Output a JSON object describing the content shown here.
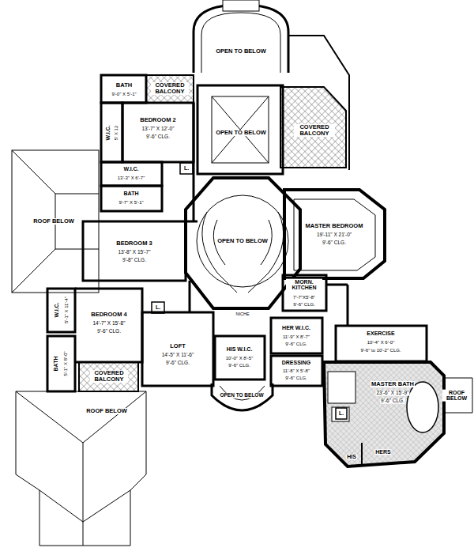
{
  "diagram": {
    "labels": [
      "OPEN TO BELOW",
      "COVERED BALCONY",
      "BATH",
      "9'-0\" X 5'-1\"",
      "BEDROOM 2",
      "13'-7\" X 12'-0\"",
      "9'-6\" CLG.",
      "W.I.C.",
      "5' X 12",
      "OPEN TO BELOW",
      "COVERED BALCONY",
      "L.",
      "W.I.C.",
      "13'-3\" X 6'-7\"",
      "BATH",
      "9'-7\" X 5'-1\"",
      "ROOF BELOW",
      "OPEN TO BELOW",
      "MASTER BEDROOM",
      "19'-11\" X 21'-0\"",
      "9'-6\" CLG.",
      "BEDROOM 3",
      "13'-8\" X 15'-7\"",
      "9'-8\" CLG.",
      "MORN. KITCHEN",
      "7'-7\"X5'-8\"",
      "9'-6\" CLG.",
      "W.I.C.",
      "5'-1\" X 11'-4\"",
      "BEDROOM 4",
      "14'-7\" X 15'-8\"",
      "9'-6\" CLG.",
      "L.",
      "NICHE",
      "HER W.I.C.",
      "11'-9\" X 8'-7\"",
      "9'-6\" CLG.",
      "EXERCISE",
      "10'-4\" X 6'-0\"",
      "9'-6\" to 10'-2\" CLG.",
      "LOFT",
      "14'-5\" X 11'-6\"",
      "9'-6\" CLG.",
      "HIS W.I.C.",
      "10'-0\" X 8'-5\"",
      "9'-6\" CLG.",
      "DRESSING",
      "11'-8\" X 5'-8\"",
      "9'-6\" CLG.",
      "BATH",
      "5'-1\" X 8'-0\"",
      "COVERED BALCONY",
      "OPEN TO BELOW",
      "MASTER BATH",
      "23'-6\" X 15'-9\"",
      "9'-6\" CLG.",
      "L.",
      "ROOF BELOW",
      "HIS",
      "HERS",
      "ROOF BELOW"
    ]
  }
}
